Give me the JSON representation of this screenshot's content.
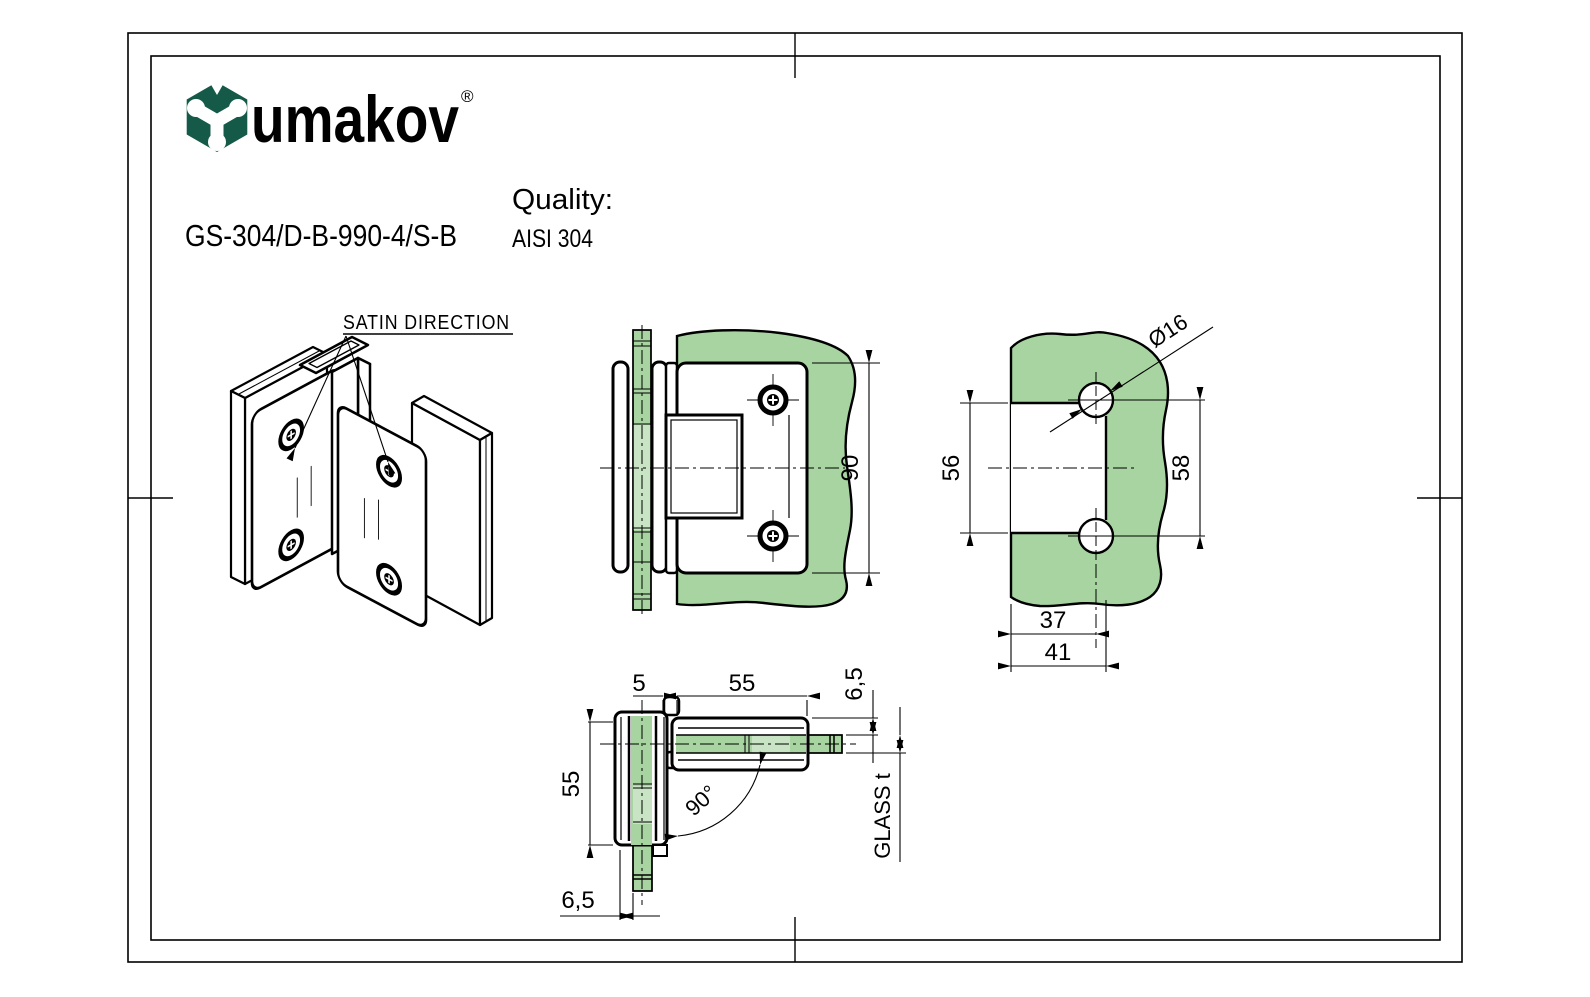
{
  "header": {
    "logo_text": "umakov",
    "registered_mark": "®",
    "part_number": "GS-304/D-B-990-4/S-B",
    "quality_label": "Quality:",
    "quality_value": "AISI 304"
  },
  "colors": {
    "brand_green": "#155a49",
    "glass_green": "#a8d4a1",
    "glass_light": "#c9e4c4",
    "line": "#000000"
  },
  "isometric_view": {
    "label": "SATIN DIRECTION"
  },
  "front_view": {
    "plate_height": "90"
  },
  "glass_prep_view": {
    "hole_diameter": "Ø16",
    "notch_height": "56",
    "hole_spacing": "58",
    "hole_center_offset": "37",
    "notch_depth": "41"
  },
  "top_view": {
    "pivot_offset": "5",
    "leaf_length": "55",
    "plate_offset": "6,5",
    "glass_thickness_label": "GLASS t",
    "leaf_width": "55",
    "cover_thickness": "6,5",
    "opening_angle": "90°"
  }
}
